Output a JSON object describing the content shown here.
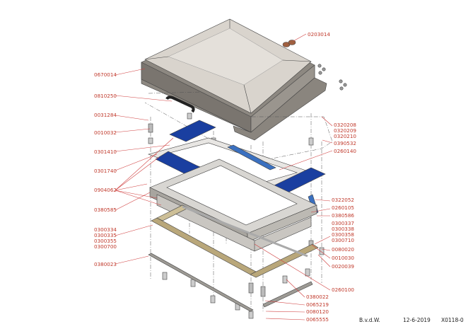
{
  "left_labels": [
    "0670014",
    "0810250",
    "0031284",
    "0010032",
    "0301410",
    "0301740",
    "0904062",
    "0380585",
    "0300334",
    "0300335",
    "0300355",
    "0300700",
    "0380023"
  ],
  "right_labels": [
    "0203014",
    "0320208",
    "0320209",
    "0320210",
    "0390532",
    "0260140",
    "0322052",
    "0260105",
    "0380586",
    "0300337",
    "0300338",
    "0300358",
    "0300710",
    "0080020",
    "0010030",
    "0020039",
    "0260100",
    "0380022",
    "0065219",
    "0080120",
    "0065555"
  ],
  "footer": {
    "author": "B.v.d.W.",
    "date": "12-6-2019",
    "drawing_number": "X0118-0"
  },
  "colors": {
    "label": "#c0392b",
    "mat_blue": "#1a3fa0",
    "lid": "#d9d4cd",
    "frame_gold": "#b9a77a"
  }
}
